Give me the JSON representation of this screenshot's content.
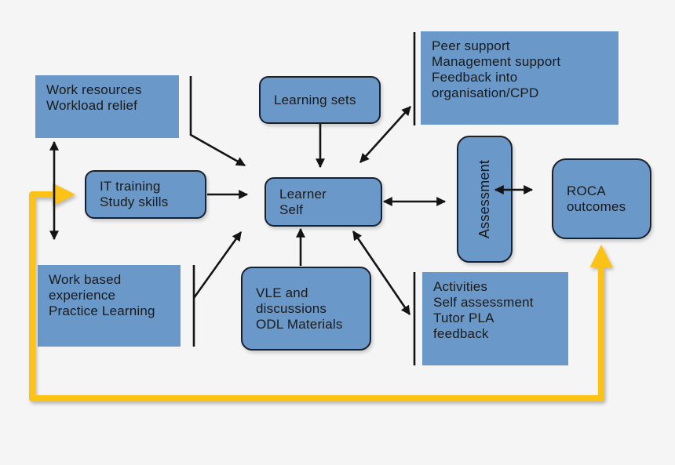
{
  "diagram": {
    "colors": {
      "background": "#f5f5f5",
      "box_fill": "#6a98c8",
      "box_border": "#1b212b",
      "arrow": "#141414",
      "loop_accent": "#fcc216",
      "text": "#1a1a1a"
    },
    "boxes": {
      "work_resources": {
        "lines": [
          "Work resources",
          "Workload relief"
        ]
      },
      "learning_sets": {
        "label": "Learning sets"
      },
      "peer_support": {
        "lines": [
          "Peer support",
          "Management support",
          "Feedback into",
          "organisation/CPD"
        ]
      },
      "it_training": {
        "lines": [
          "IT training",
          "Study skills"
        ]
      },
      "learner_self": {
        "lines": [
          "Learner",
          "Self"
        ]
      },
      "assessment": {
        "label": "Assessment"
      },
      "roca": {
        "lines": [
          "ROCA",
          "outcomes"
        ]
      },
      "work_based": {
        "lines": [
          "Work based",
          "experience",
          "Practice Learning"
        ]
      },
      "vle": {
        "lines": [
          "VLE and",
          "discussions",
          "ODL Materials"
        ]
      },
      "activities": {
        "lines": [
          "Activities",
          "Self assessment",
          "Tutor PLA",
          "feedback"
        ]
      }
    },
    "connections": [
      {
        "from": "work-resources",
        "to": "work-based-experience",
        "arrows": "both",
        "color": "black"
      },
      {
        "from": "work-resources-divider",
        "to": "learner-self",
        "arrows": "end",
        "color": "black"
      },
      {
        "from": "learning-sets",
        "to": "learner-self",
        "arrows": "end",
        "color": "black"
      },
      {
        "from": "learner-self",
        "to": "peer-support-divider",
        "arrows": "both",
        "color": "black"
      },
      {
        "from": "it-training",
        "to": "learner-self",
        "arrows": "end",
        "color": "black"
      },
      {
        "from": "work-based-divider",
        "to": "learner-self",
        "arrows": "end",
        "color": "black"
      },
      {
        "from": "vle",
        "to": "learner-self",
        "arrows": "end",
        "color": "black"
      },
      {
        "from": "learner-self",
        "to": "activities-divider",
        "arrows": "both",
        "color": "black"
      },
      {
        "from": "learner-self",
        "to": "assessment",
        "arrows": "both",
        "color": "black"
      },
      {
        "from": "assessment",
        "to": "roca-outcomes",
        "arrows": "both",
        "color": "black"
      },
      {
        "from": "it-training-side",
        "to": "roca-outcomes",
        "arrows": "both",
        "color": "gold",
        "note": "feedback loop around bottom of diagram"
      }
    ]
  }
}
